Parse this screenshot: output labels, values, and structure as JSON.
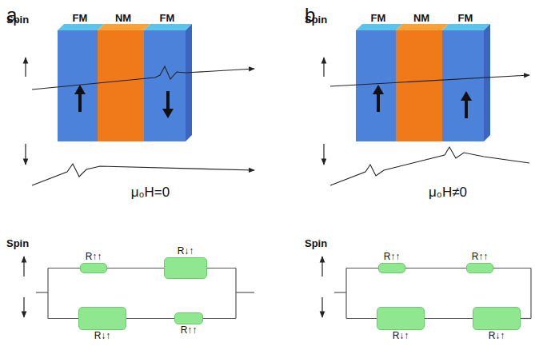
{
  "diagram": {
    "nodes": [
      {
        "text": [
          "R↑↑"
        ]
      },
      {
        "text": [
          "R↓↑"
        ]
      },
      {
        "text": [
          "R↓↑"
        ]
      },
      {
        "text": [
          "R↑↑"
        ]
      },
      {
        "text": [
          "R↑↑"
        ]
      },
      {
        "text": [
          "R↑↑"
        ]
      },
      {
        "text": [
          "R↓↑"
        ]
      },
      {
        "text": [
          "R↓↑"
        ]
      }
    ],
    "edges": [
      {
        "from": 0,
        "to": 1,
        "arrow": "none"
      },
      {
        "from": 2,
        "to": 3,
        "arrow": "none"
      },
      {
        "from": 4,
        "to": 5,
        "arrow": "none"
      },
      {
        "from": 6,
        "to": 7,
        "arrow": "none"
      }
    ],
    "labels": [
      "a",
      "Spin",
      "FM",
      "NM",
      "FM",
      "μ₀H=0",
      "Spin",
      "b",
      "Spin",
      "FM",
      "NM",
      "FM",
      "μ₀H≠0",
      "Spin"
    ]
  }
}
